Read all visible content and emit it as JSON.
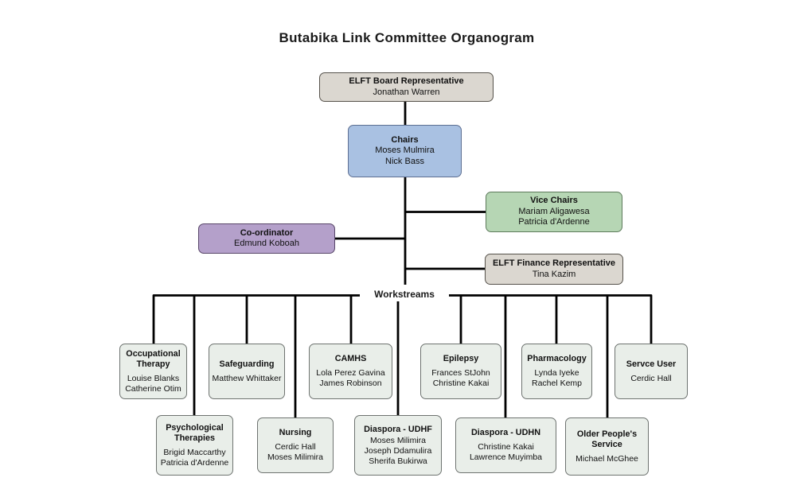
{
  "title": "Butabika Link Committee Organogram",
  "workstreams_label": "Workstreams",
  "colors": {
    "line": "#000000",
    "beige_fill": "#dbd7d0",
    "blue_fill": "#a9c1e2",
    "green_fill": "#b6d6b4",
    "purple_fill": "#b4a0ca",
    "workstream_fill": "#e9eee9"
  },
  "nodes": {
    "board_rep": {
      "title": "ELFT Board Representative",
      "members": [
        "Jonathan Warren"
      ]
    },
    "chairs": {
      "title": "Chairs",
      "members": [
        "Moses Mulmira",
        "Nick Bass"
      ]
    },
    "vice_chairs": {
      "title": "Vice Chairs",
      "members": [
        "Mariam Aligawesa",
        "Patricia d'Ardenne"
      ]
    },
    "coordinator": {
      "title": "Co-ordinator",
      "members": [
        "Edmund Koboah"
      ]
    },
    "finance": {
      "title": "ELFT Finance Representative",
      "members": [
        "Tina Kazim"
      ]
    },
    "occupational": {
      "title": "Occupational Therapy",
      "members": [
        "Louise Blanks",
        "Catherine Otim"
      ]
    },
    "safeguarding": {
      "title": "Safeguarding",
      "members": [
        "Matthew Whittaker"
      ]
    },
    "camhs": {
      "title": "CAMHS",
      "members": [
        "Lola Perez Gavina",
        "James Robinson"
      ]
    },
    "epilepsy": {
      "title": "Epilepsy",
      "members": [
        "Frances StJohn",
        "Christine Kakai"
      ]
    },
    "pharmacology": {
      "title": "Pharmacology",
      "members": [
        "Lynda Iyeke",
        "Rachel Kemp"
      ]
    },
    "service_user": {
      "title": "Servce User",
      "members": [
        "Cerdic Hall"
      ]
    },
    "psych": {
      "title": "Psychological Therapies",
      "members": [
        "Brigid Maccarthy",
        "Patricia d'Ardenne"
      ]
    },
    "nursing": {
      "title": "Nursing",
      "members": [
        "Cerdic Hall",
        "Moses Milimira"
      ]
    },
    "diaspora_udhf": {
      "title": "Diaspora - UDHF",
      "members": [
        "Moses Milimira",
        "Joseph Ddamulira",
        "Sherifa Bukirwa"
      ]
    },
    "diaspora_udhn": {
      "title": "Diaspora - UDHN",
      "members": [
        "Christine Kakai",
        "Lawrence Muyimba"
      ]
    },
    "older_people": {
      "title": "Older People's Service",
      "members": [
        "Michael McGhee"
      ]
    }
  }
}
